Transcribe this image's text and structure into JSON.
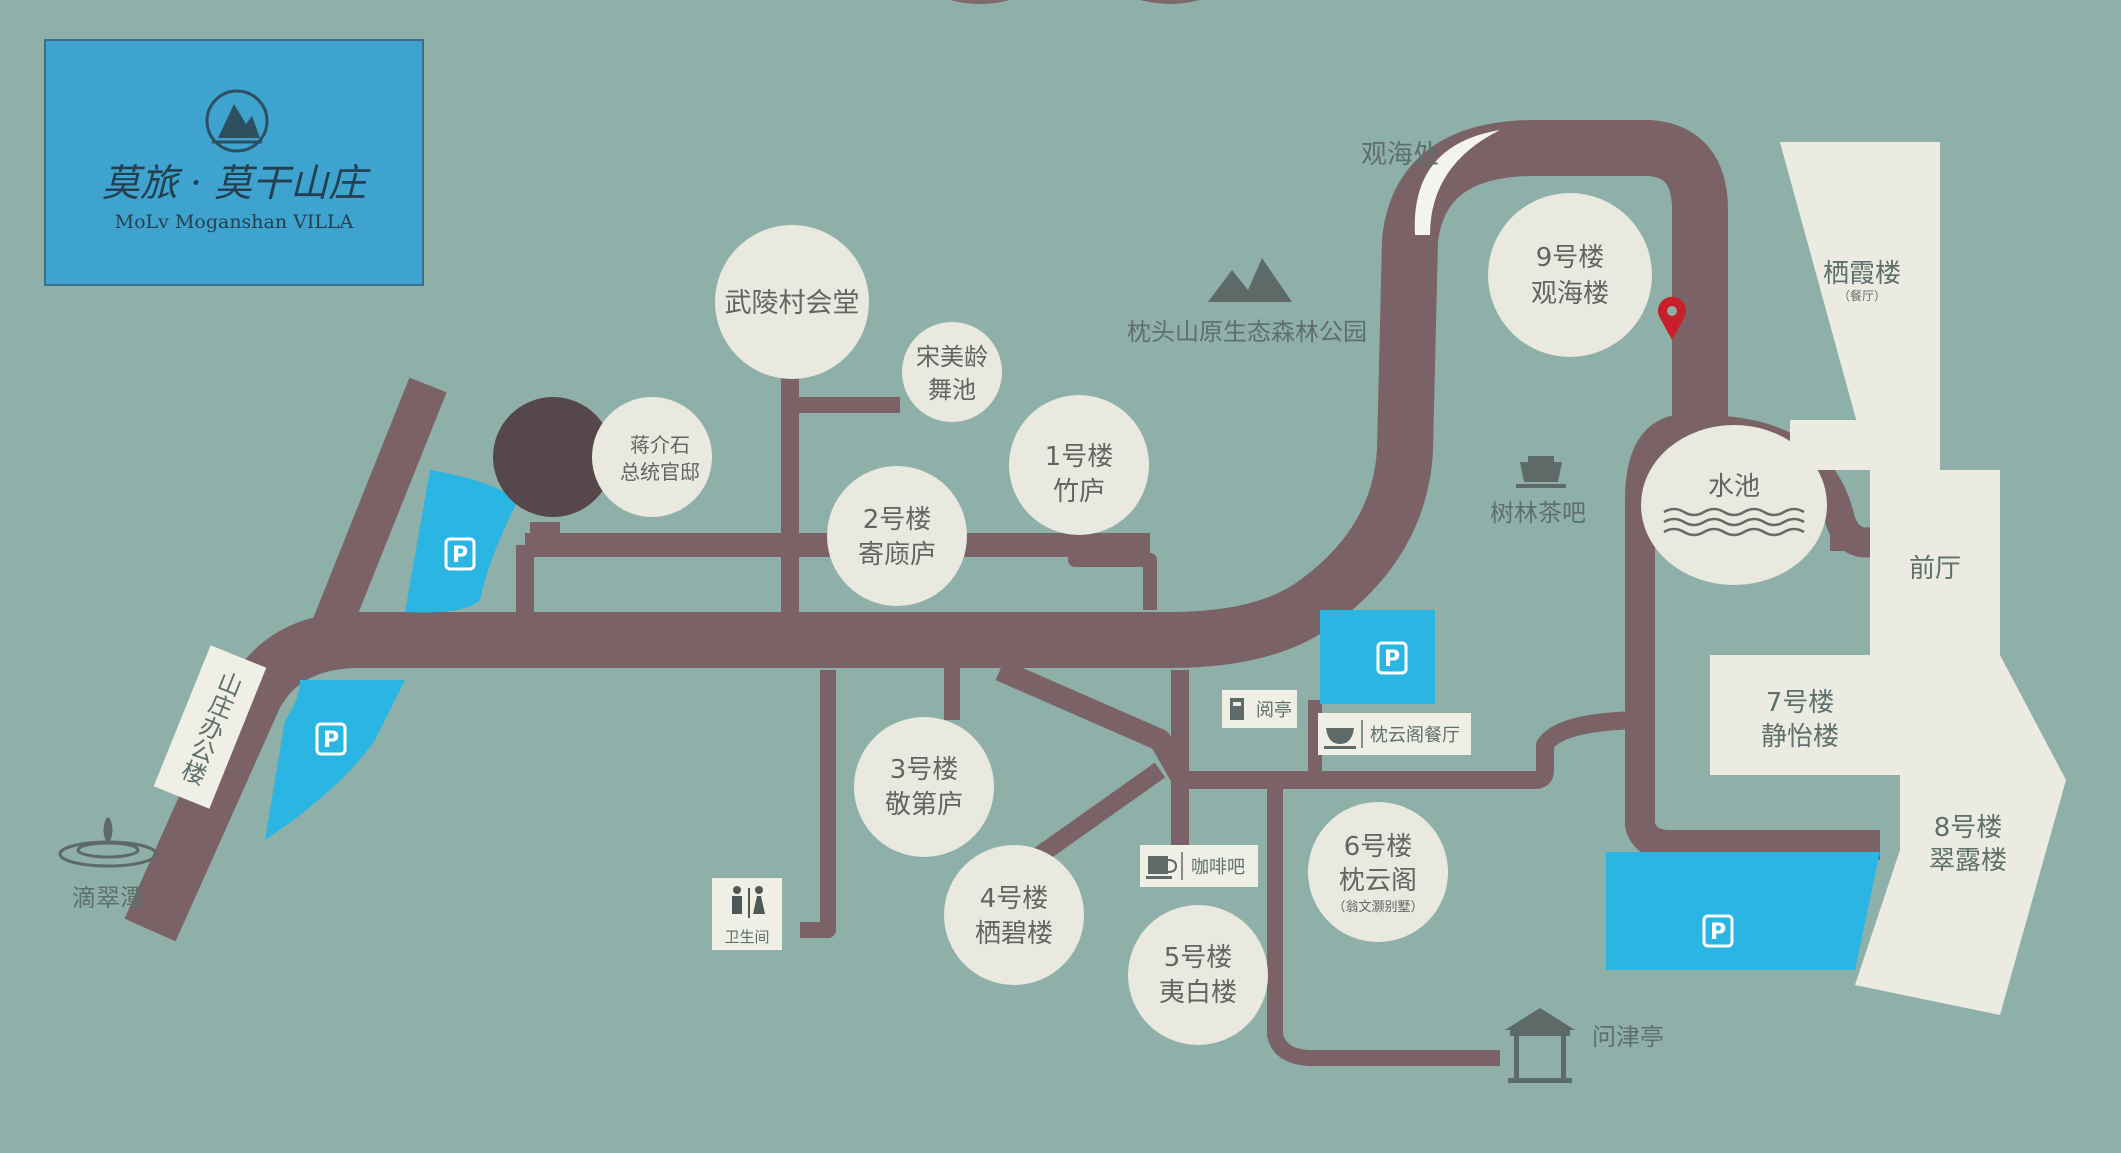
{
  "logo": {
    "title_cn": "莫旅 · 莫干山庄",
    "title_en": "MoLv Moganshan VILLA"
  },
  "landmarks": {
    "guanhaichu": "观海处",
    "forest_park": "枕头山原生态森林公园",
    "tea_bar": "树林茶吧",
    "pool": "水池",
    "office": "山庄办公楼",
    "dicuitan": "滴翠潭",
    "wenjinting": "问津亭",
    "yueting": "阅亭",
    "restaurant": "枕云阁餐厅",
    "cafe": "咖啡吧",
    "toilet": "卫生间"
  },
  "buildings": {
    "wuling": "武陵村会堂",
    "songmeiling_1": "宋美龄",
    "songmeiling_2": "舞池",
    "jiang_1": "蒋介石",
    "jiang_2": "总统官邸",
    "b1_1": "1号楼",
    "b1_2": "竹庐",
    "b2_1": "2号楼",
    "b2_2": "寄庼庐",
    "b3_1": "3号楼",
    "b3_2": "敬第庐",
    "b4_1": "4号楼",
    "b4_2": "栖碧楼",
    "b5_1": "5号楼",
    "b5_2": "夷白楼",
    "b6_1": "6号楼",
    "b6_2": "枕云阁",
    "b6_3": "（翁文灏别墅）",
    "b7_1": "7号楼",
    "b7_2": "静怡楼",
    "b8_1": "8号楼",
    "b8_2": "翠露楼",
    "b9_1": "9号楼",
    "b9_2": "观海楼",
    "qixia": "栖霞楼",
    "qixia_sub": "（餐厅）",
    "qianting": "前厅"
  },
  "parking_label": "P",
  "colors": {
    "background": "#8fb0a9",
    "road": "#7a6267",
    "parking": "#2ab5e3",
    "circle": "#e9e9df",
    "text": "#5e6f6c",
    "logo_bg": "#3fa3cf",
    "pin": "#c8202a",
    "jiang_dark": "#55474a"
  },
  "icons": [
    "mountain-icon",
    "tea-bowl-icon",
    "water-drop-icon",
    "pavilion-icon",
    "coffee-cup-icon",
    "toilet-icon",
    "book-icon",
    "food-bowl-icon",
    "location-pin-icon",
    "waves-icon"
  ]
}
